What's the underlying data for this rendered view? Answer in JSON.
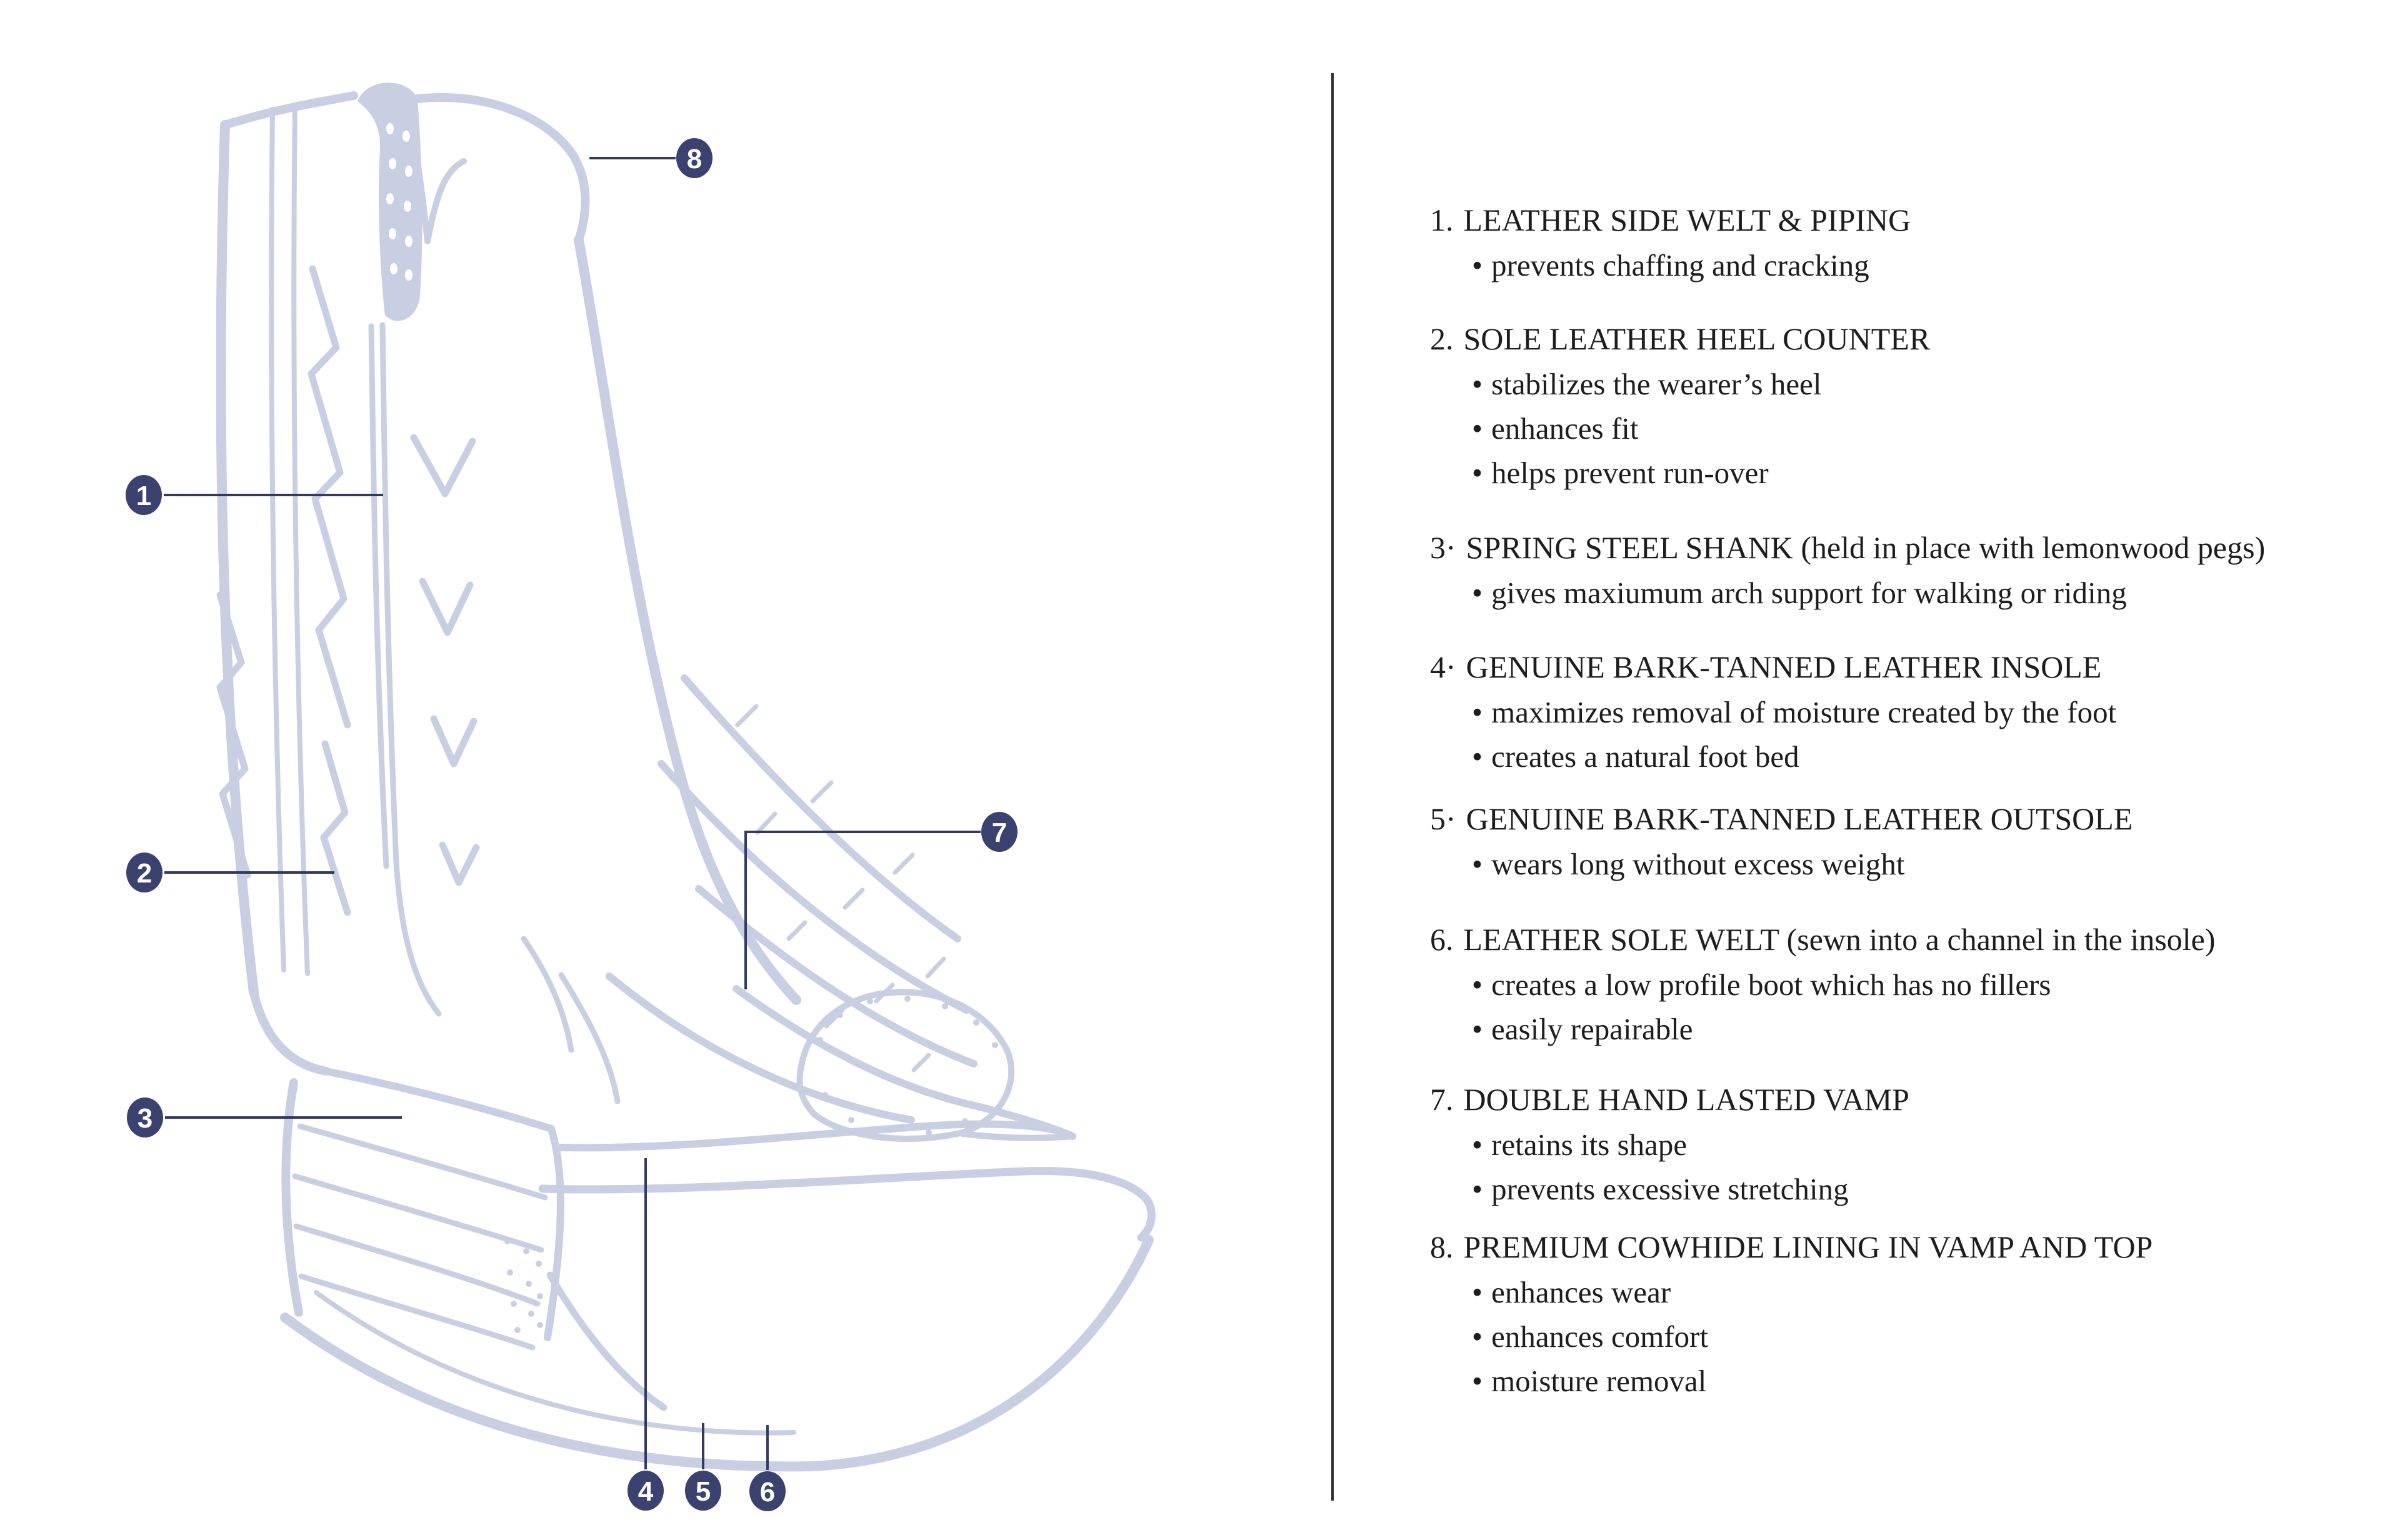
{
  "artwork": {
    "subject": "hand-drawn cowboy boot line illustration",
    "colors": {
      "artwork_line": "#c9cfe2",
      "callout_navy": "#3b4270",
      "leader_line": "#333a60",
      "divider": "#2e2e38",
      "text": "#1d1d1d",
      "background": "#ffffff"
    }
  },
  "list": {
    "bullet_glyph": "•"
  },
  "callouts": [
    {
      "label": "1"
    },
    {
      "label": "2"
    },
    {
      "label": "3"
    },
    {
      "label": "4"
    },
    {
      "label": "5"
    },
    {
      "label": "6"
    },
    {
      "label": "7"
    },
    {
      "label": "8"
    }
  ],
  "features": [
    {
      "number": "1.",
      "title": "LEATHER SIDE WELT & PIPING",
      "bullets": [
        "prevents chaffing and cracking"
      ]
    },
    {
      "number": "2.",
      "title": "SOLE LEATHER HEEL COUNTER",
      "bullets": [
        "stabilizes the wearer’s heel",
        "enhances fit",
        "helps prevent run-over"
      ]
    },
    {
      "number": "3·",
      "title": "SPRING STEEL SHANK (held in place with lemonwood pegs)",
      "bullets": [
        "gives maxiumum arch support for walking or riding"
      ]
    },
    {
      "number": "4·",
      "title": "GENUINE BARK-TANNED LEATHER INSOLE",
      "bullets": [
        "maximizes removal of moisture created by the foot",
        "creates a natural foot bed"
      ]
    },
    {
      "number": "5·",
      "title": "GENUINE BARK-TANNED LEATHER OUTSOLE",
      "bullets": [
        "wears long without excess weight"
      ]
    },
    {
      "number": "6.",
      "title": "LEATHER SOLE WELT (sewn into a channel in the insole)",
      "bullets": [
        "creates a low profile boot which has no fillers",
        "easily repairable"
      ]
    },
    {
      "number": "7.",
      "title": "DOUBLE HAND LASTED VAMP",
      "bullets": [
        "retains its shape",
        "prevents excessive stretching"
      ]
    },
    {
      "number": "8.",
      "title": "PREMIUM COWHIDE LINING IN VAMP AND TOP",
      "bullets": [
        "enhances wear",
        "enhances comfort",
        "moisture removal"
      ]
    }
  ]
}
